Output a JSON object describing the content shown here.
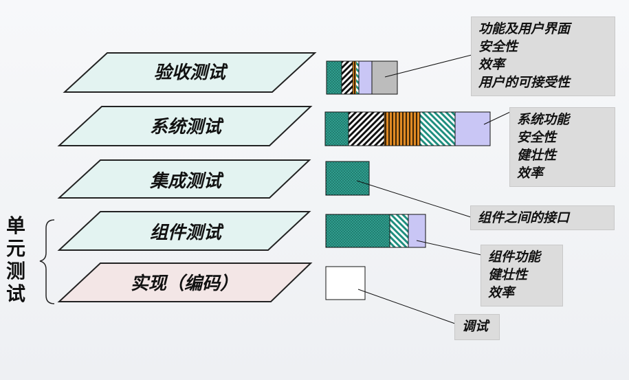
{
  "layers": [
    {
      "label": "验收测试"
    },
    {
      "label": "系统测试"
    },
    {
      "label": "集成测试"
    },
    {
      "label": "组件测试"
    },
    {
      "label": "实现（编码）"
    }
  ],
  "side_label": "单元测试",
  "notes": {
    "acceptance": [
      "功能及用户界面",
      "安全性",
      "效率",
      "用户的可接受性"
    ],
    "system": [
      "系统功能",
      "安全性",
      "健壮性",
      "效率"
    ],
    "integration": [
      "组件之间的接口"
    ],
    "component": [
      "组件功能",
      "健壮性",
      "效率"
    ],
    "implementation": [
      "调试"
    ]
  },
  "colors": {
    "layer_fill": "#e3f3f1",
    "impl_fill": "#f3e6e6",
    "teal": "#2a9a8a",
    "lavender": "#c9c6f5",
    "gray": "#bcbcbc",
    "orange": "#d9821c",
    "note_bg": "#dcdcdc"
  }
}
